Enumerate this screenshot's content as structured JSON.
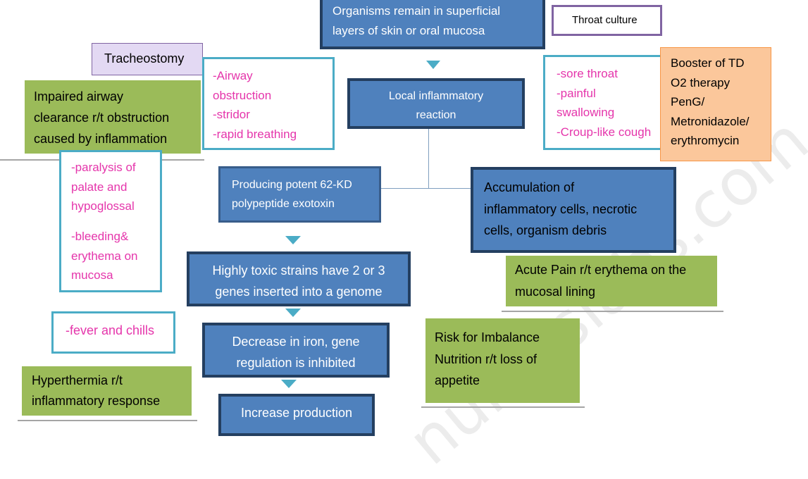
{
  "nodes": {
    "superficial": "Organisms remain in superficial\nlayers of skin or oral mucosa",
    "throat_culture": "Throat culture",
    "tracheostomy": "Tracheostomy",
    "airway_symptoms": "-Airway\nobstruction\n-stridor\n-rapid breathing",
    "local_inflammatory": "Local inflammatory\nreaction",
    "throat_symptoms": "-sore throat\n-painful\nswallowing\n-Croup-like cough",
    "treatment": "Booster of TD\nO2 therapy\nPenG/\nMetronidazole/\nerythromycin",
    "impaired_airway": "Impaired airway\nclearance r/t obstruction\ncaused by inflammation",
    "paralysis": "-paralysis of\npalate and\nhypoglossal",
    "bleeding": "-bleeding&\nerythema on\nmucosa",
    "exotoxin": "Producing potent 62-KD\npolypeptide exotoxin",
    "accumulation": "Accumulation of\ninflammatory cells, necrotic\ncells, organism debris",
    "toxic_strains": "Highly toxic strains  have 2 or 3\ngenes inserted into a genome",
    "acute_pain": "Acute Pain r/t erythema on the\nmucosal lining",
    "fever": "-fever and chills",
    "iron": "Decrease in iron, gene\nregulation is inhibited",
    "nutrition": "Risk for Imbalance\nNutrition r/t loss of\nappetite",
    "hyperthermia": "Hyperthermia r/t\ninflammatory response",
    "increase_production": "Increase production"
  },
  "colors": {
    "blue_fill": "#4f81bd",
    "blue_border": "#243f60",
    "green_fill": "#9bbb59",
    "teal_border": "#4bacc6",
    "magenta_text": "#e535ab",
    "orange_fill": "#fbc79b",
    "lavender_fill": "#e3d9f3",
    "purple_border": "#8064a2"
  }
}
